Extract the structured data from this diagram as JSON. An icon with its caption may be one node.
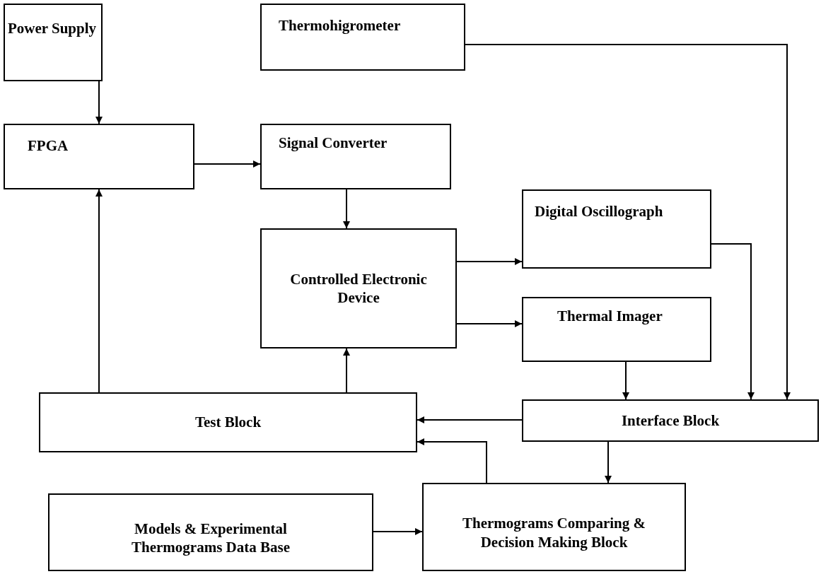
{
  "diagram": {
    "nodes": [
      {
        "text": [
          "Power Supply"
        ]
      },
      {
        "text": [
          "Thermohigrometer"
        ]
      },
      {
        "text": [
          "FPGA"
        ]
      },
      {
        "text": [
          "Signal Converter"
        ]
      },
      {
        "text": [
          "Controlled Electronic Device"
        ]
      },
      {
        "text": [
          "Digital Oscillograph"
        ]
      },
      {
        "text": [
          "Thermal Imager"
        ]
      },
      {
        "text": [
          "Test Block"
        ]
      },
      {
        "text": [
          "Interface Block"
        ]
      },
      {
        "text": [
          "Models & Experimental Thermograms Data Base"
        ]
      },
      {
        "text": [
          "Thermograms Comparing & Decision Making Block"
        ]
      }
    ],
    "edges": [
      {
        "from": 0,
        "to": 2,
        "arrow": "to"
      },
      {
        "from": 2,
        "to": 3,
        "arrow": "to"
      },
      {
        "from": 3,
        "to": 4,
        "arrow": "to"
      },
      {
        "from": 4,
        "to": 5,
        "arrow": "to"
      },
      {
        "from": 4,
        "to": 6,
        "arrow": "to"
      },
      {
        "from": 1,
        "to": 8,
        "arrow": "to"
      },
      {
        "from": 5,
        "to": 8,
        "arrow": "to"
      },
      {
        "from": 6,
        "to": 8,
        "arrow": "to"
      },
      {
        "from": 8,
        "to": 7,
        "arrow": "to"
      },
      {
        "from": 7,
        "to": 2,
        "arrow": "to"
      },
      {
        "from": 7,
        "to": 4,
        "arrow": "to"
      },
      {
        "from": 8,
        "to": 10,
        "arrow": "to"
      },
      {
        "from": 10,
        "to": 7,
        "arrow": "to"
      },
      {
        "from": 9,
        "to": 10,
        "arrow": "to"
      }
    ]
  }
}
